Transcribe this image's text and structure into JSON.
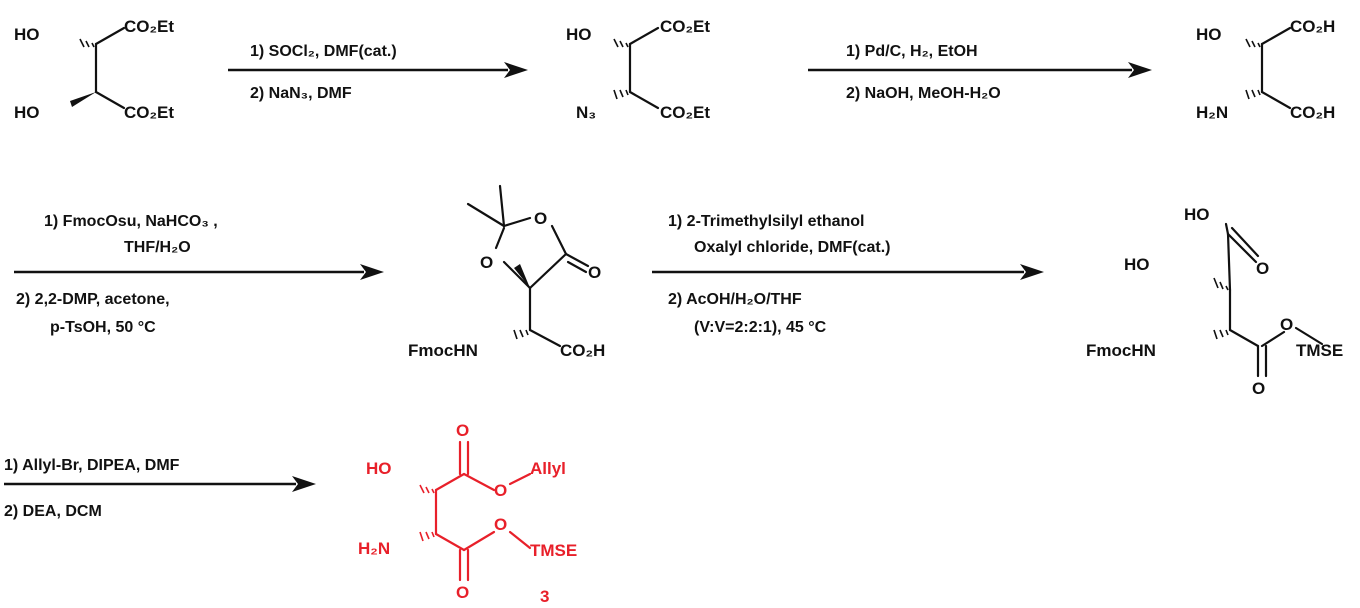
{
  "compound1": {
    "oh_top": "HO",
    "ester_top": "CO₂Et",
    "oh_bottom": "HO",
    "ester_bottom": "CO₂Et"
  },
  "step1": {
    "line1": "1) SOCl₂, DMF(cat.)",
    "line2": "2) NaN₃, DMF"
  },
  "compound2": {
    "oh": "HO",
    "ester_top": "CO₂Et",
    "azide": "N₃",
    "ester_bottom": "CO₂Et"
  },
  "step2": {
    "line1": "1) Pd/C, H₂, EtOH",
    "line2": "2) NaOH, MeOH-H₂O"
  },
  "compound3": {
    "oh": "HO",
    "acid_top": "CO₂H",
    "amine": "H₂N",
    "acid_bottom": "CO₂H"
  },
  "step3": {
    "line1": "1) FmocOsu, NaHCO₃ ,",
    "line2": "THF/H₂O",
    "line3": "2) 2,2-DMP, acetone,",
    "line4": "p-TsOH, 50 °C"
  },
  "compound4": {
    "ring_o_top": "O",
    "ring_o_left": "O",
    "carbonyl_o": "O",
    "amine": "FmocHN",
    "acid": "CO₂H"
  },
  "step4": {
    "line1": "1) 2-Trimethylsilyl ethanol",
    "line2": "Oxalyl chloride, DMF(cat.)",
    "line3": "2) AcOH/H₂O/THF",
    "line4": "(V:V=2:2:1), 45 °C"
  },
  "compound5": {
    "acid_oh": "HO",
    "carbonyl_o_top": "O",
    "oh": "HO",
    "amine": "FmocHN",
    "ester_o": "O",
    "tmse": "TMSE",
    "carbonyl_o_bottom": "O"
  },
  "step5": {
    "line1": "1) Allyl-Br, DIPEA, DMF",
    "line2": "2) DEA, DCM"
  },
  "product": {
    "carbonyl_o_top": "O",
    "oh": "HO",
    "ester_o_top": "O",
    "allyl": "Allyl",
    "amine": "H₂N",
    "ester_o_bottom": "O",
    "tmse": "TMSE",
    "carbonyl_o_bottom": "O",
    "number": "3",
    "color": "#e8202a"
  }
}
